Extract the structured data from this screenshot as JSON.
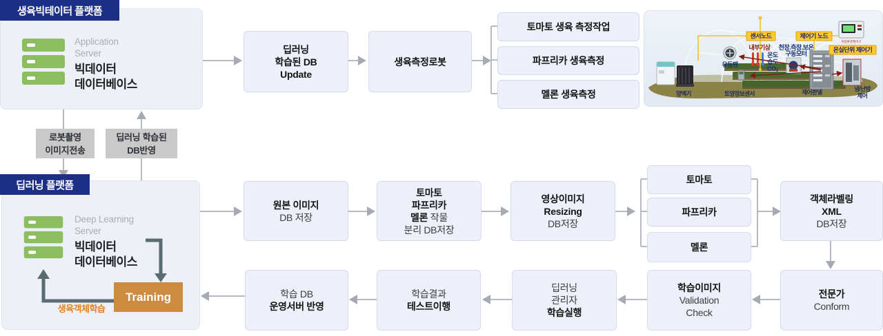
{
  "headers": {
    "bigdata": "생육빅테이터 플랫폼",
    "dl": "딥러닝 플랫폼"
  },
  "bigdata": {
    "server_type_l1": "Application",
    "server_type_l2": "Server",
    "db_l1": "빅데이터",
    "db_l2": "데이터베이스"
  },
  "dl": {
    "server_type_l1": "Deep Learning",
    "server_type_l2": "Server",
    "db_l1": "빅데이터",
    "db_l2": "데이터베이스",
    "training": "Training",
    "object_learning": "생육객체학습"
  },
  "boxes": {
    "b_update": [
      {
        "t": "딥러닝",
        "b": 1
      },
      {
        "t": "학습된 DB",
        "b": 1
      },
      {
        "t": "Update",
        "b": 1
      }
    ],
    "b_robot": [
      {
        "t": "생육측정로봇",
        "b": 1
      }
    ],
    "b_t1": [
      {
        "t": "토마토 생육 측정작업",
        "b": 1
      }
    ],
    "b_t2": [
      {
        "t": "파프리카 생육측정",
        "b": 1
      }
    ],
    "b_t3": [
      {
        "t": "멜론 생육측정",
        "b": 1
      }
    ],
    "b_orig": [
      {
        "t": "원본 이미지",
        "b": 1
      },
      {
        "t": "DB 저장",
        "b": 0
      }
    ],
    "b_crop": [
      {
        "t": "토마토",
        "b": 1
      },
      {
        "t": "파프리카",
        "b": 1
      },
      {
        "parts": [
          {
            "t": "멜론",
            "b": 1
          },
          {
            "t": " 작물",
            "b": 0
          }
        ]
      },
      {
        "t": "분리 DB저장",
        "b": 0
      }
    ],
    "b_resize": [
      {
        "t": "영상이미지",
        "b": 1
      },
      {
        "t": "Resizing",
        "b": 1
      },
      {
        "t": "DB저장",
        "b": 0
      }
    ],
    "b_s1": [
      {
        "t": "토마토",
        "b": 1
      }
    ],
    "b_s2": [
      {
        "t": "파프리카",
        "b": 1
      }
    ],
    "b_s3": [
      {
        "t": "멜론",
        "b": 1
      }
    ],
    "b_xml": [
      {
        "t": "객체라벨링",
        "b": 1
      },
      {
        "t": "XML",
        "b": 1
      },
      {
        "t": "DB저장",
        "b": 0
      }
    ],
    "b_expert": [
      {
        "t": "전문가",
        "b": 1
      },
      {
        "t": "Conform",
        "b": 0
      }
    ],
    "b_valid": [
      {
        "t": "학습이미지",
        "b": 1
      },
      {
        "t": "Validation",
        "b": 0
      },
      {
        "t": "Check",
        "b": 0
      }
    ],
    "b_admin": [
      {
        "t": "딥러닝",
        "b": 0
      },
      {
        "t": "관리자",
        "b": 0
      },
      {
        "t": "학습실행",
        "b": 1
      }
    ],
    "b_test": [
      {
        "t": "학습결과",
        "b": 0
      },
      {
        "t": "테스트이행",
        "b": 1
      }
    ],
    "b_deploy": [
      {
        "t": "학습 DB",
        "b": 0
      },
      {
        "t": "운영서버 반영",
        "b": 1
      }
    ],
    "g_robot": [
      {
        "t": "로봇촬영",
        "b": 1
      },
      {
        "t": "이미지전송",
        "b": 1
      }
    ],
    "g_reflect": [
      {
        "t": "딥러닝 학습된",
        "b": 1
      },
      {
        "t": "DB반영",
        "b": 1
      }
    ]
  },
  "greenhouse": {
    "sensor_node": "센서노드",
    "controller_node": "제어기 노드",
    "unit_controller": "온실단위 제어기",
    "inner_weather": "내부기상",
    "motor_l1": "천장.측장.보온",
    "motor_l2": "구동모터",
    "temp": "온도",
    "hum": "습도",
    "co2": "CO₂",
    "fan": "유동팬",
    "nutrient": "양액기",
    "soil": "토양정보센서",
    "panel_label": "제어판넬",
    "hvac_l1": "냉/난방",
    "hvac_l2": "제어",
    "device_label": "복합환경제어기"
  },
  "colors": {
    "navy": "#1c2f85",
    "training_orange": "#cd8a41",
    "object_learning_orange": "#e0811c",
    "server_green": "#8cbd5e",
    "label_yellow": "#ffc933",
    "box_fill": "#edf0f9",
    "wire_gray": "#b5b9c2"
  }
}
